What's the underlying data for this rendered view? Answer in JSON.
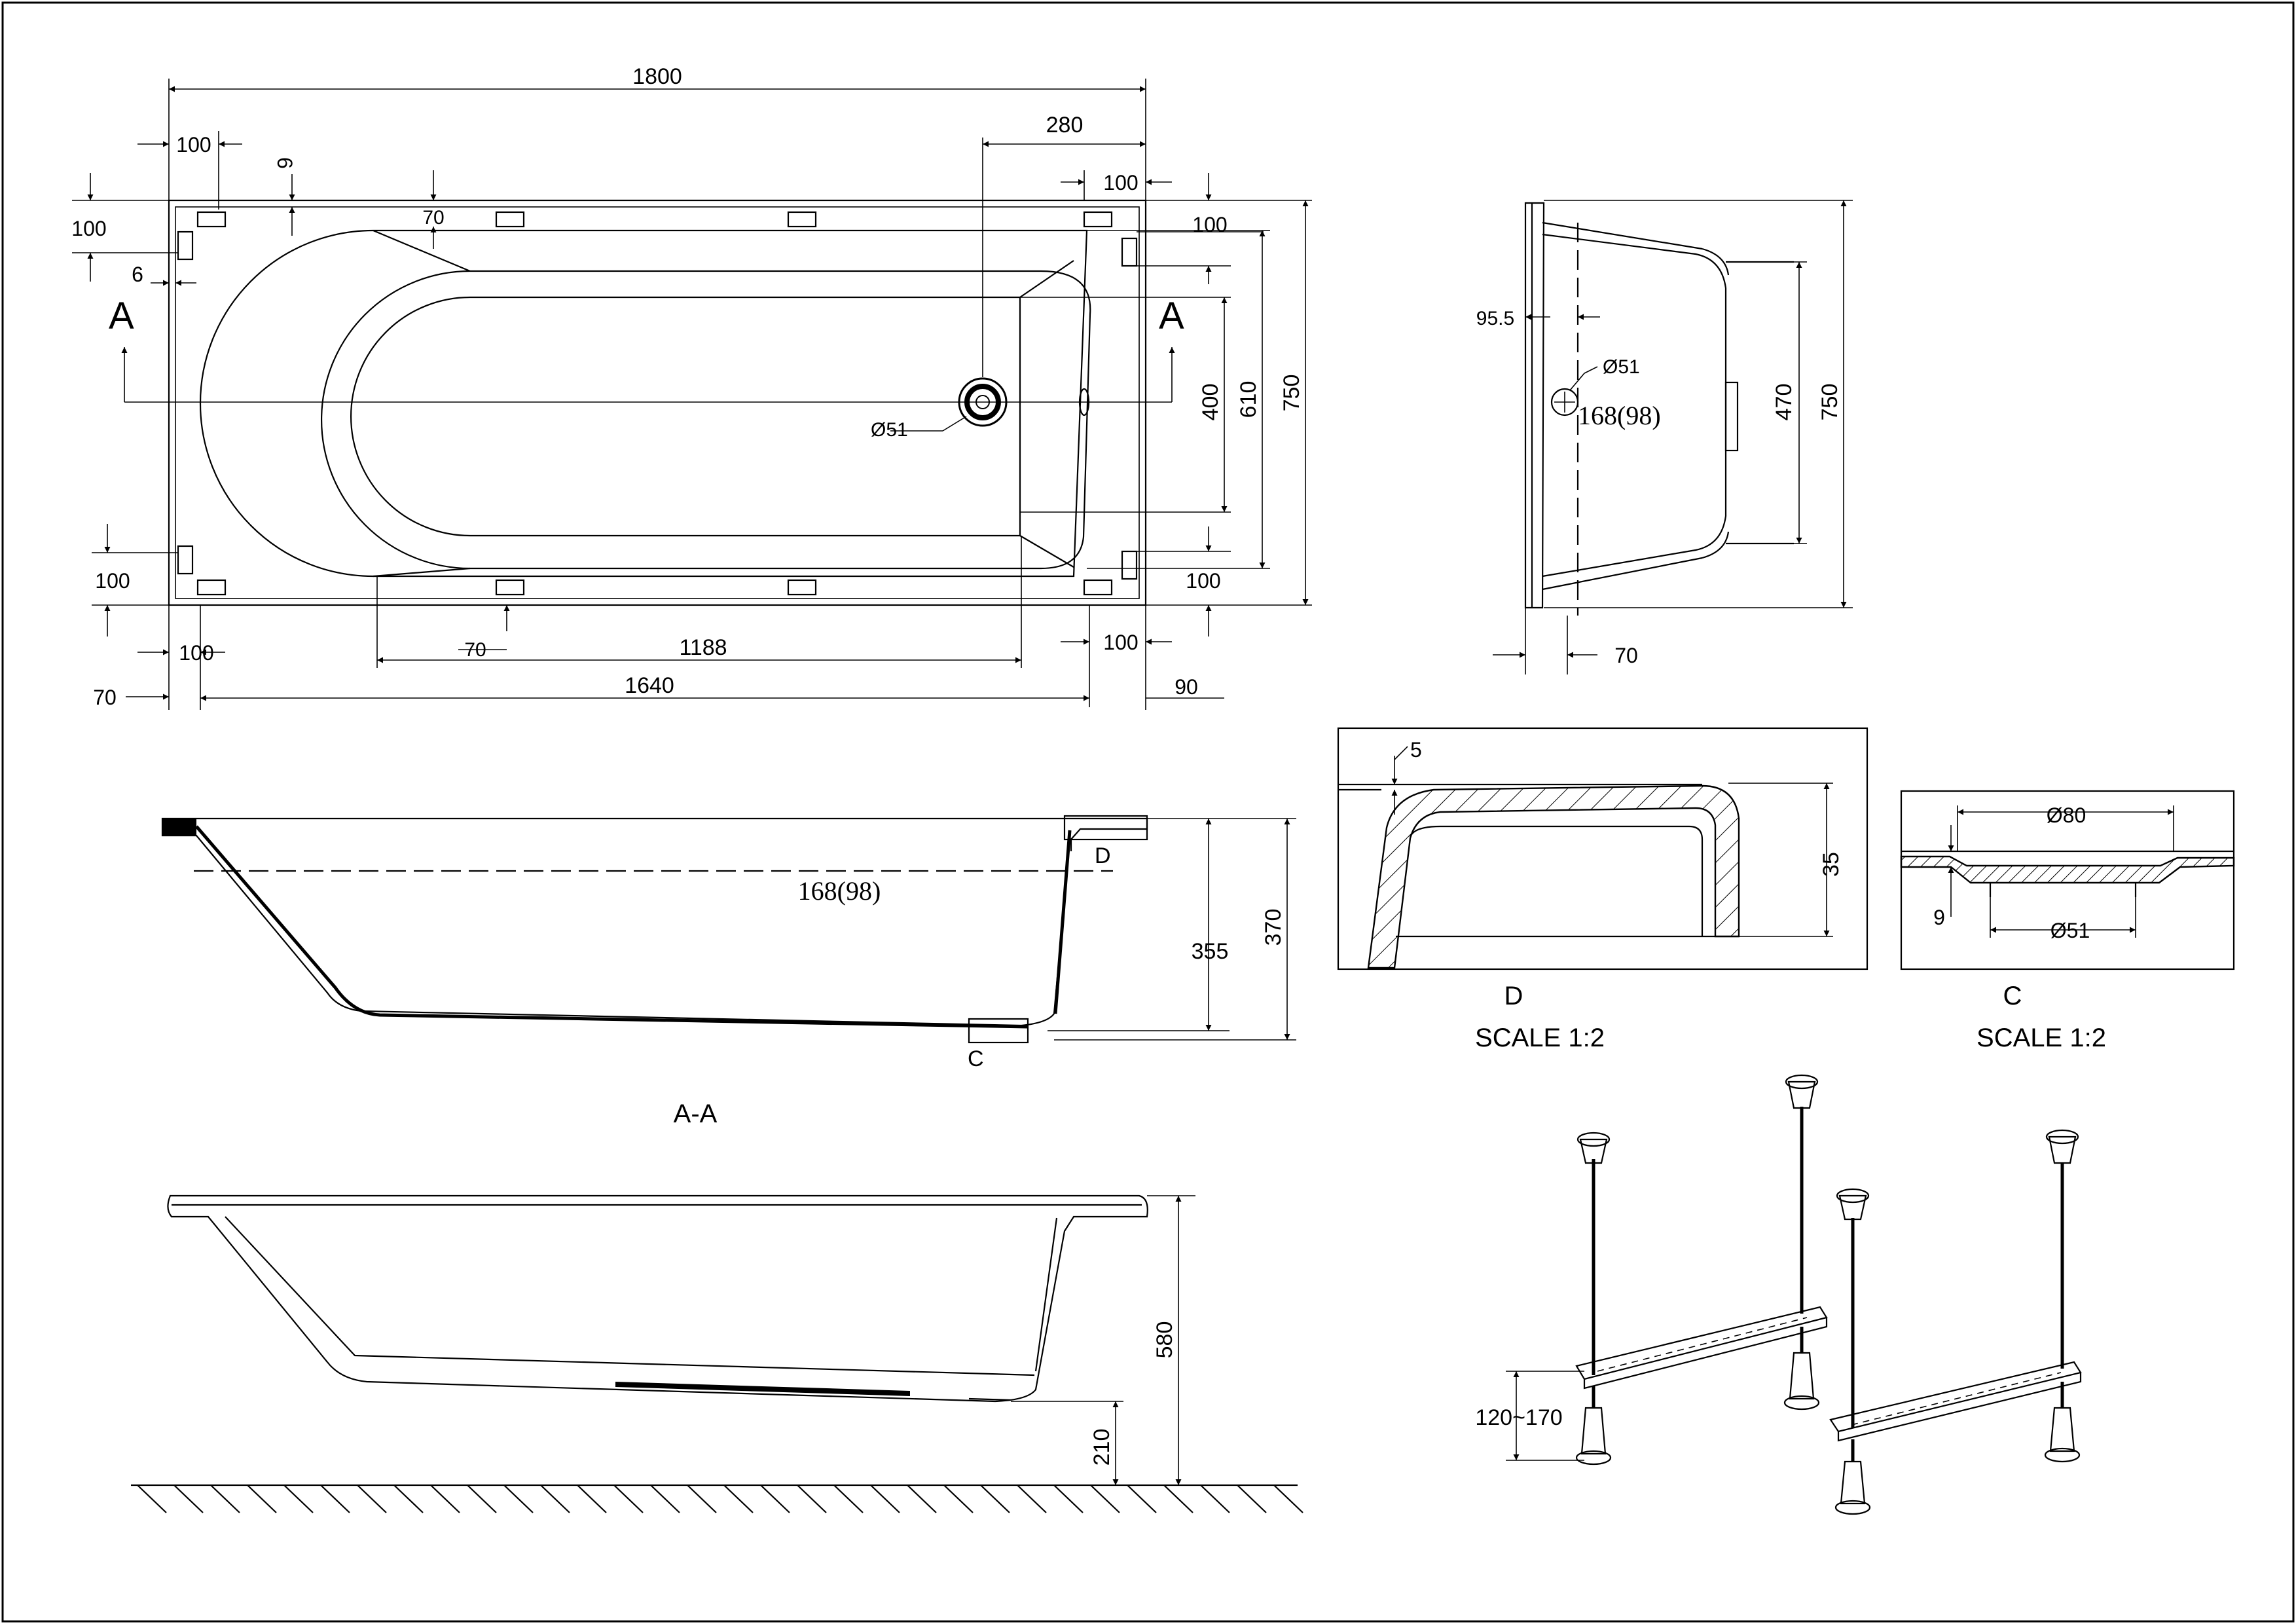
{
  "plan_view": {
    "overall_length": "1800",
    "inner_length": "1640",
    "bottom_length": "1188",
    "drain_offset": "280",
    "overall_width": "750",
    "inner_width": "610",
    "bottom_width": "400",
    "drain_label": "Ø51",
    "section_marker": "A",
    "dims": {
      "top_left_100": "100",
      "top_left_6": "6",
      "top_70": "70",
      "top_right_100": "100",
      "left_100_top": "100",
      "left_6": "6",
      "left_100_bottom": "100",
      "right_100_top": "100",
      "right_100_bottom": "100",
      "bottom_left_100": "100",
      "bottom_70": "70",
      "bottom_right_100": "100",
      "bottom_left_70": "70",
      "bottom_right_90": "90"
    }
  },
  "end_view": {
    "offset_label": "95.5",
    "drain_label": "Ø51",
    "depth_label": "168(98)",
    "inner_width": "470",
    "overall_width": "750",
    "rim_70": "70"
  },
  "section_aa": {
    "title": "A-A",
    "depth_label": "168(98)",
    "depth_355": "355",
    "depth_370": "370",
    "detail_d": "D",
    "detail_c": "C"
  },
  "detail_d": {
    "letter": "D",
    "scale": "SCALE 1:2",
    "dim_5": "5",
    "dim_35": "35"
  },
  "detail_c": {
    "letter": "C",
    "scale": "SCALE 1:2",
    "dia_80": "Ø80",
    "dia_51": "Ø51",
    "dim_9": "9"
  },
  "side_view": {
    "height_580": "580",
    "clearance_210": "210"
  },
  "legs": {
    "adjust_range": "120~170"
  }
}
